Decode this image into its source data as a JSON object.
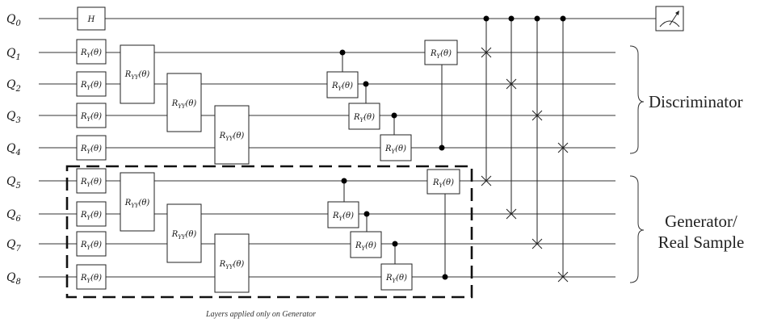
{
  "qubit_labels": [
    "Q0",
    "Q1",
    "Q2",
    "Q3",
    "Q4",
    "Q5",
    "Q6",
    "Q7",
    "Q8"
  ],
  "gates": {
    "hadamard": "H",
    "ry": "RY(θ)",
    "ryy": "RYY(θ)"
  },
  "labels": {
    "discriminator": "Discriminator",
    "generator_line1": "Generator/",
    "generator_line2": "Real Sample",
    "caption": "Layers applied only on Generator"
  }
}
